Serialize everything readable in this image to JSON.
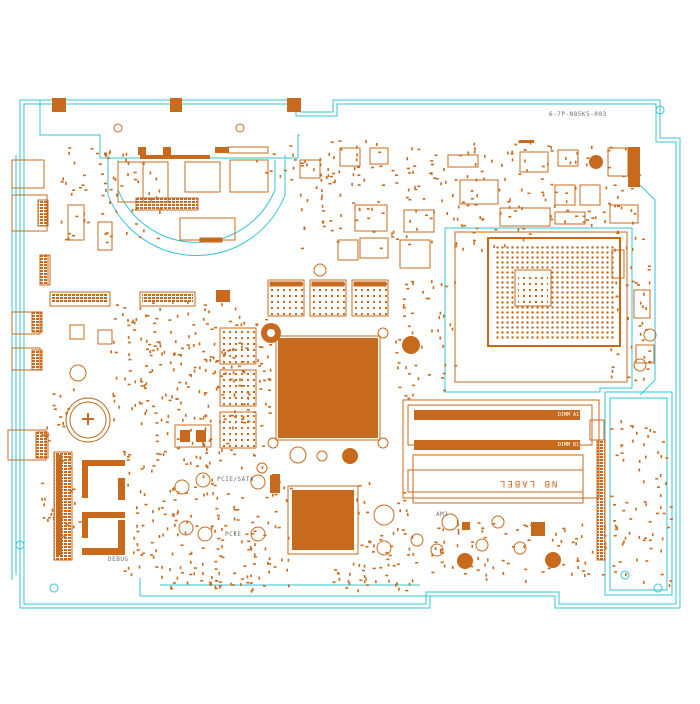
{
  "board": {
    "part_number": "6-7P-N85K5-003",
    "nb_label": "NB LABEL",
    "labels": {
      "dimm_a": "DIMM A1",
      "dimm_b": "DIMM B1",
      "pcie_sata": "PCIE/SATA",
      "pcie": "PCIE",
      "debug": "DEBUG",
      "am1": "AM1"
    },
    "colors": {
      "outline": "#34c6d6",
      "copper": "#c86a1e",
      "silk": "#6f6f6f"
    }
  }
}
